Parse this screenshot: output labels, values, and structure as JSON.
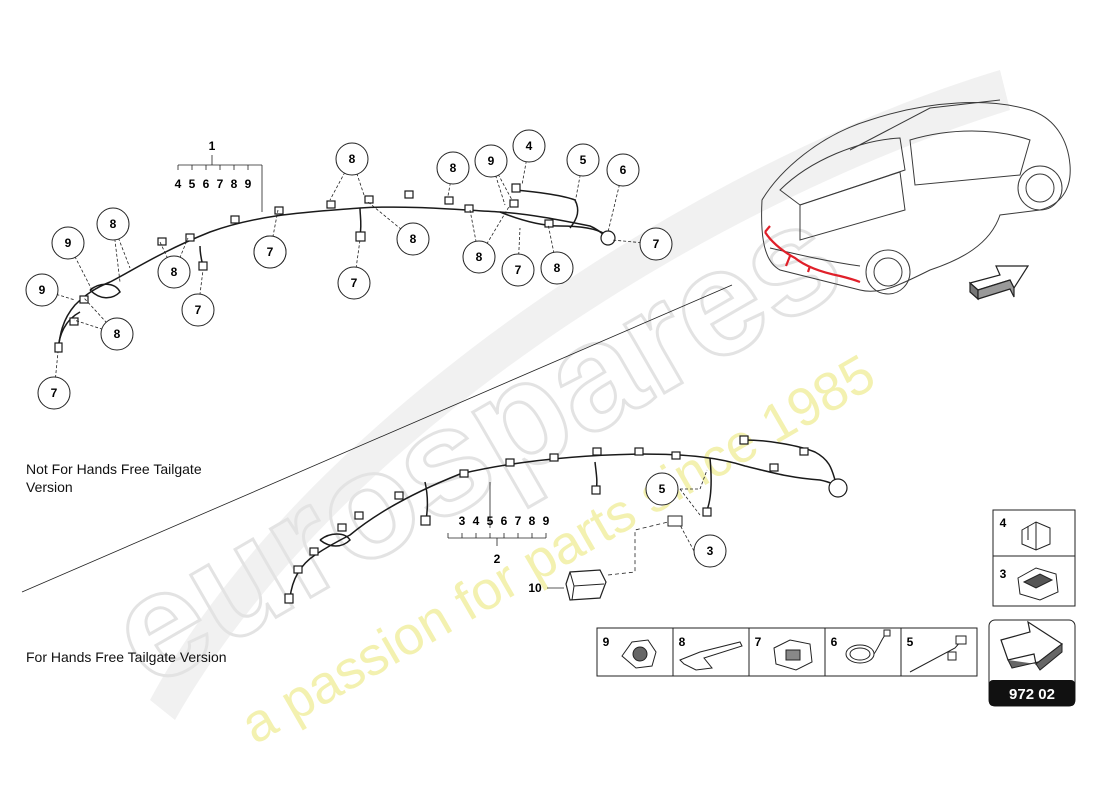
{
  "watermark": {
    "brand": "eurospares",
    "slogan": "a passion for parts since 1985"
  },
  "notes": {
    "not_hands_free_line1": "Not For Hands Free Tailgate",
    "not_hands_free_line2": "Version",
    "hands_free": "For Hands Free Tailgate Version"
  },
  "upper_assembly": {
    "main_label": "1",
    "sub_labels": [
      "4",
      "5",
      "6",
      "7",
      "8",
      "9"
    ],
    "callouts": [
      "8",
      "9",
      "4",
      "5",
      "6",
      "8",
      "8",
      "8",
      "8",
      "7",
      "7",
      "8",
      "7",
      "8",
      "9",
      "8",
      "7",
      "9",
      "8",
      "7",
      "7"
    ]
  },
  "lower_assembly": {
    "main_label": "2",
    "sub_labels": [
      "3",
      "4",
      "5",
      "6",
      "7",
      "8",
      "9"
    ],
    "callout_5": "5",
    "callout_3": "3",
    "part_10_label": "10"
  },
  "legend_right": [
    {
      "num": "4",
      "icon": "clip-4-icon"
    },
    {
      "num": "3",
      "icon": "connector-3-icon"
    }
  ],
  "legend_bottom": [
    {
      "num": "9",
      "icon": "sensor-9-icon"
    },
    {
      "num": "8",
      "icon": "bracket-8-icon"
    },
    {
      "num": "7",
      "icon": "connector-7-icon"
    },
    {
      "num": "6",
      "icon": "cable-6-icon"
    },
    {
      "num": "5",
      "icon": "harness-5-icon"
    }
  ],
  "page_code": "972 02",
  "colors": {
    "line": "#1a1a1a",
    "highlight": "#e0202a",
    "watermark": "#e6e6e6",
    "slogan": "#f2f0a0",
    "code_bg": "#111111"
  }
}
